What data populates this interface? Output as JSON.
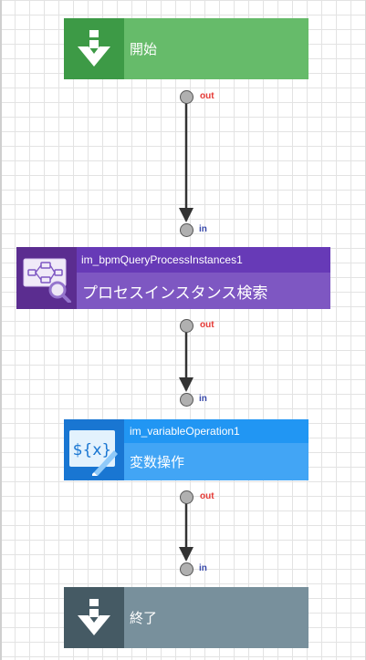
{
  "colors": {
    "start": "#66bb6a",
    "query": "#7e57c2",
    "variable": "#42a5f5",
    "end": "#78909c",
    "port_out_label": "#e53935",
    "port_in_label": "#3949ab"
  },
  "nodes": {
    "start": {
      "label": "開始",
      "icon": "down-arrow-icon"
    },
    "query": {
      "name": "im_bpmQueryProcessInstances1",
      "label": "プロセスインスタンス検索",
      "icon": "process-search-icon"
    },
    "variable": {
      "name": "im_variableOperation1",
      "label": "変数操作",
      "icon": "variable-edit-icon",
      "icon_text": "${x}"
    },
    "end": {
      "label": "終了",
      "icon": "down-arrow-icon"
    }
  },
  "ports": {
    "out_label": "out",
    "in_label": "in"
  }
}
